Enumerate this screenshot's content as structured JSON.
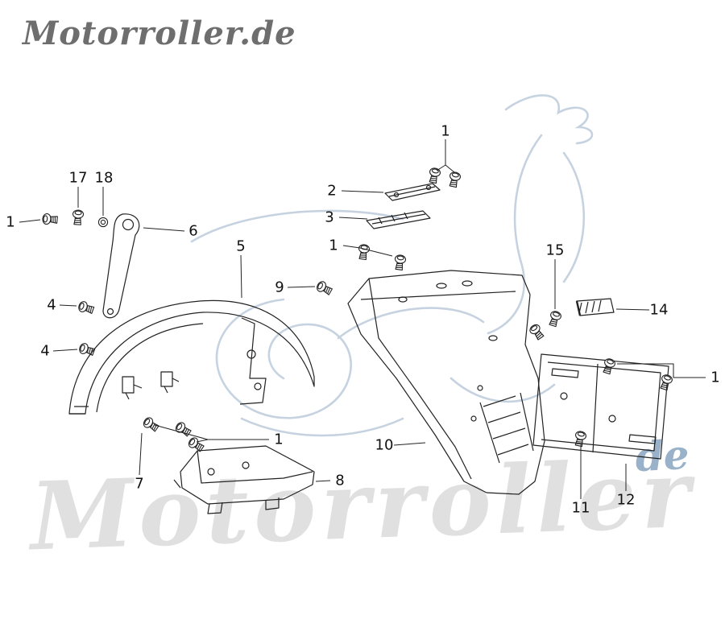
{
  "logo": {
    "text": "Motorroller.de"
  },
  "watermarks": {
    "big_text": "Motorroller",
    "small_text": "de"
  },
  "callouts": [
    {
      "label": "1"
    },
    {
      "label": "2"
    },
    {
      "label": "3"
    },
    {
      "label": "1"
    },
    {
      "label": "17"
    },
    {
      "label": "18"
    },
    {
      "label": "1"
    },
    {
      "label": "6"
    },
    {
      "label": "5"
    },
    {
      "label": "9"
    },
    {
      "label": "4"
    },
    {
      "label": "4"
    },
    {
      "label": "15"
    },
    {
      "label": "14"
    },
    {
      "label": "1"
    },
    {
      "label": "1"
    },
    {
      "label": "10"
    },
    {
      "label": "7"
    },
    {
      "label": "8"
    },
    {
      "label": "11"
    },
    {
      "label": "12"
    }
  ],
  "colors": {
    "line": "#222222",
    "sketch_watermark": "#b3c4d6",
    "text_watermark": "#c7c7c7",
    "de_watermark": "#8fa9c4"
  }
}
